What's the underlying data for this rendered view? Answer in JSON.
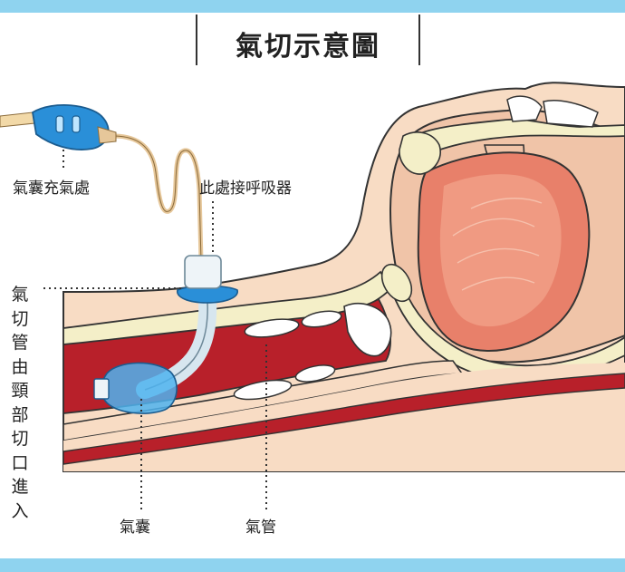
{
  "title": "氣切示意圖",
  "labels": {
    "cuff_inflation_port": "氣囊充氣處",
    "ventilator_connection": "此處接呼吸器",
    "tube_entry": "氣切管由頸部切口進入",
    "cuff": "氣囊",
    "trachea": "氣管"
  },
  "colors": {
    "accent_bar": "#8fd3ef",
    "skin": "#f8dcc4",
    "tissue_red": "#b8202a",
    "tongue": "#e8806a",
    "tube_blue": "#2a8fd8",
    "bone": "#f4efc8"
  }
}
